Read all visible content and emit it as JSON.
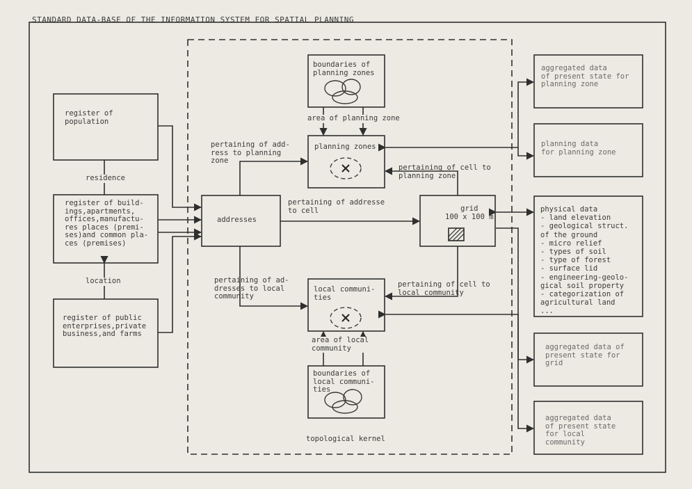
{
  "title": "STANDARD DATA-BASE OF THE INFORMATION SYSTEM FOR SPATIAL PLANNING",
  "boxes": {
    "population": "register of\npopulation",
    "buildings": "register of build-\nings,apartments,\noffices,manufactu-\nres places (premi-\nses)and common pla-\nces (premises)",
    "enterprises": "register of public\nenterprises,private\nbusiness,and farms",
    "addresses": "addresses",
    "boundaries_planning": "boundaries of\nplanning zones",
    "planning_zones": "planning zones",
    "grid": "grid\n100 x 100 m",
    "local_communities": "local communi-\nties",
    "boundaries_local": "boundaries of\nlocal communi-\nties",
    "agg_planning": "aggregated data\nof present state for\nplanning zone",
    "planning_data": "planning data\nfor planning zone",
    "physical": "physical data\n- land  elevation\n- geological struct.\n  of the ground\n- micro relief\n- types of soil\n- type of forest\n- surface lid\n- engineering-geolo-\n  gical soil property\n- categorization of\n  agricultural land\n  ...",
    "agg_grid": "aggregated data of\npresent state for\ngrid",
    "agg_local": "aggregated data\nof present state\nfor local\ncommunity"
  },
  "labels": {
    "residence": "residence",
    "location": "location",
    "area_planning": "area of planning zone",
    "address_planning": "pertaining of add-\nress to planning\nzone",
    "address_cell": "pertaining of addresse\nto cell",
    "cell_planning": "pertaining of cell to\nplanning zone",
    "address_local": "pertaining of ad-\ndresses to local\ncommunity",
    "cell_local": "pertaining of cell to\nlocal community",
    "area_local": "area of local\ncommunity",
    "kernel": "topological kernel"
  }
}
